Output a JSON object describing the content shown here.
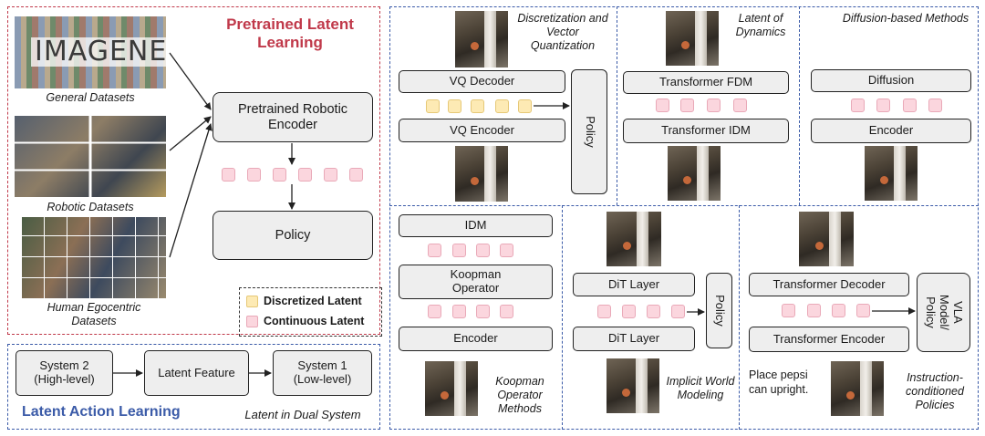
{
  "pretrained": {
    "title": "Pretrained Latent Learning",
    "imagenet_logo_text": "IMAGENET",
    "general_caption": "General Datasets",
    "robotic_caption": "Robotic Datasets",
    "human_caption": "Human Egocentric Datasets",
    "encoder_label": "Pretrained Robotic Encoder",
    "policy_label": "Policy"
  },
  "legend": {
    "discretized": "Discretized Latent",
    "continuous": "Continuous Latent",
    "discretized_color": "#fdeab4",
    "continuous_color": "#fbd6de"
  },
  "dual_system": {
    "system2": "System 2 (High-level)",
    "latent_feature": "Latent Feature",
    "system1": "System 1 (Low-level)",
    "title": "Latent Action Learning",
    "caption": "Latent in Dual System"
  },
  "vq": {
    "caption": "Discretization and Vector Quantization",
    "decoder": "VQ Decoder",
    "encoder": "VQ Encoder",
    "policy": "Policy"
  },
  "dynamics": {
    "caption": "Latent of Dynamics",
    "fdm": "Transformer FDM",
    "idm": "Transformer IDM"
  },
  "diffusion": {
    "caption": "Diffusion-based Methods",
    "top": "Diffusion",
    "bottom": "Encoder"
  },
  "koopman": {
    "idm": "IDM",
    "operator": "Koopman Operator",
    "encoder": "Encoder",
    "caption": "Koopman Operator Methods"
  },
  "world": {
    "dit_top": "DiT Layer",
    "dit_bottom": "DiT Layer",
    "policy": "Policy",
    "caption": "Implicit World Modeling"
  },
  "instruction": {
    "decoder": "Transformer Decoder",
    "encoder": "Transformer Encoder",
    "vla": "VLA Model/ Policy",
    "prompt": "Place pepsi can upright.",
    "caption": "Instruction-conditioned Policies"
  },
  "colors": {
    "red_accent": "#c0394a",
    "blue_accent": "#3b5ba8"
  }
}
